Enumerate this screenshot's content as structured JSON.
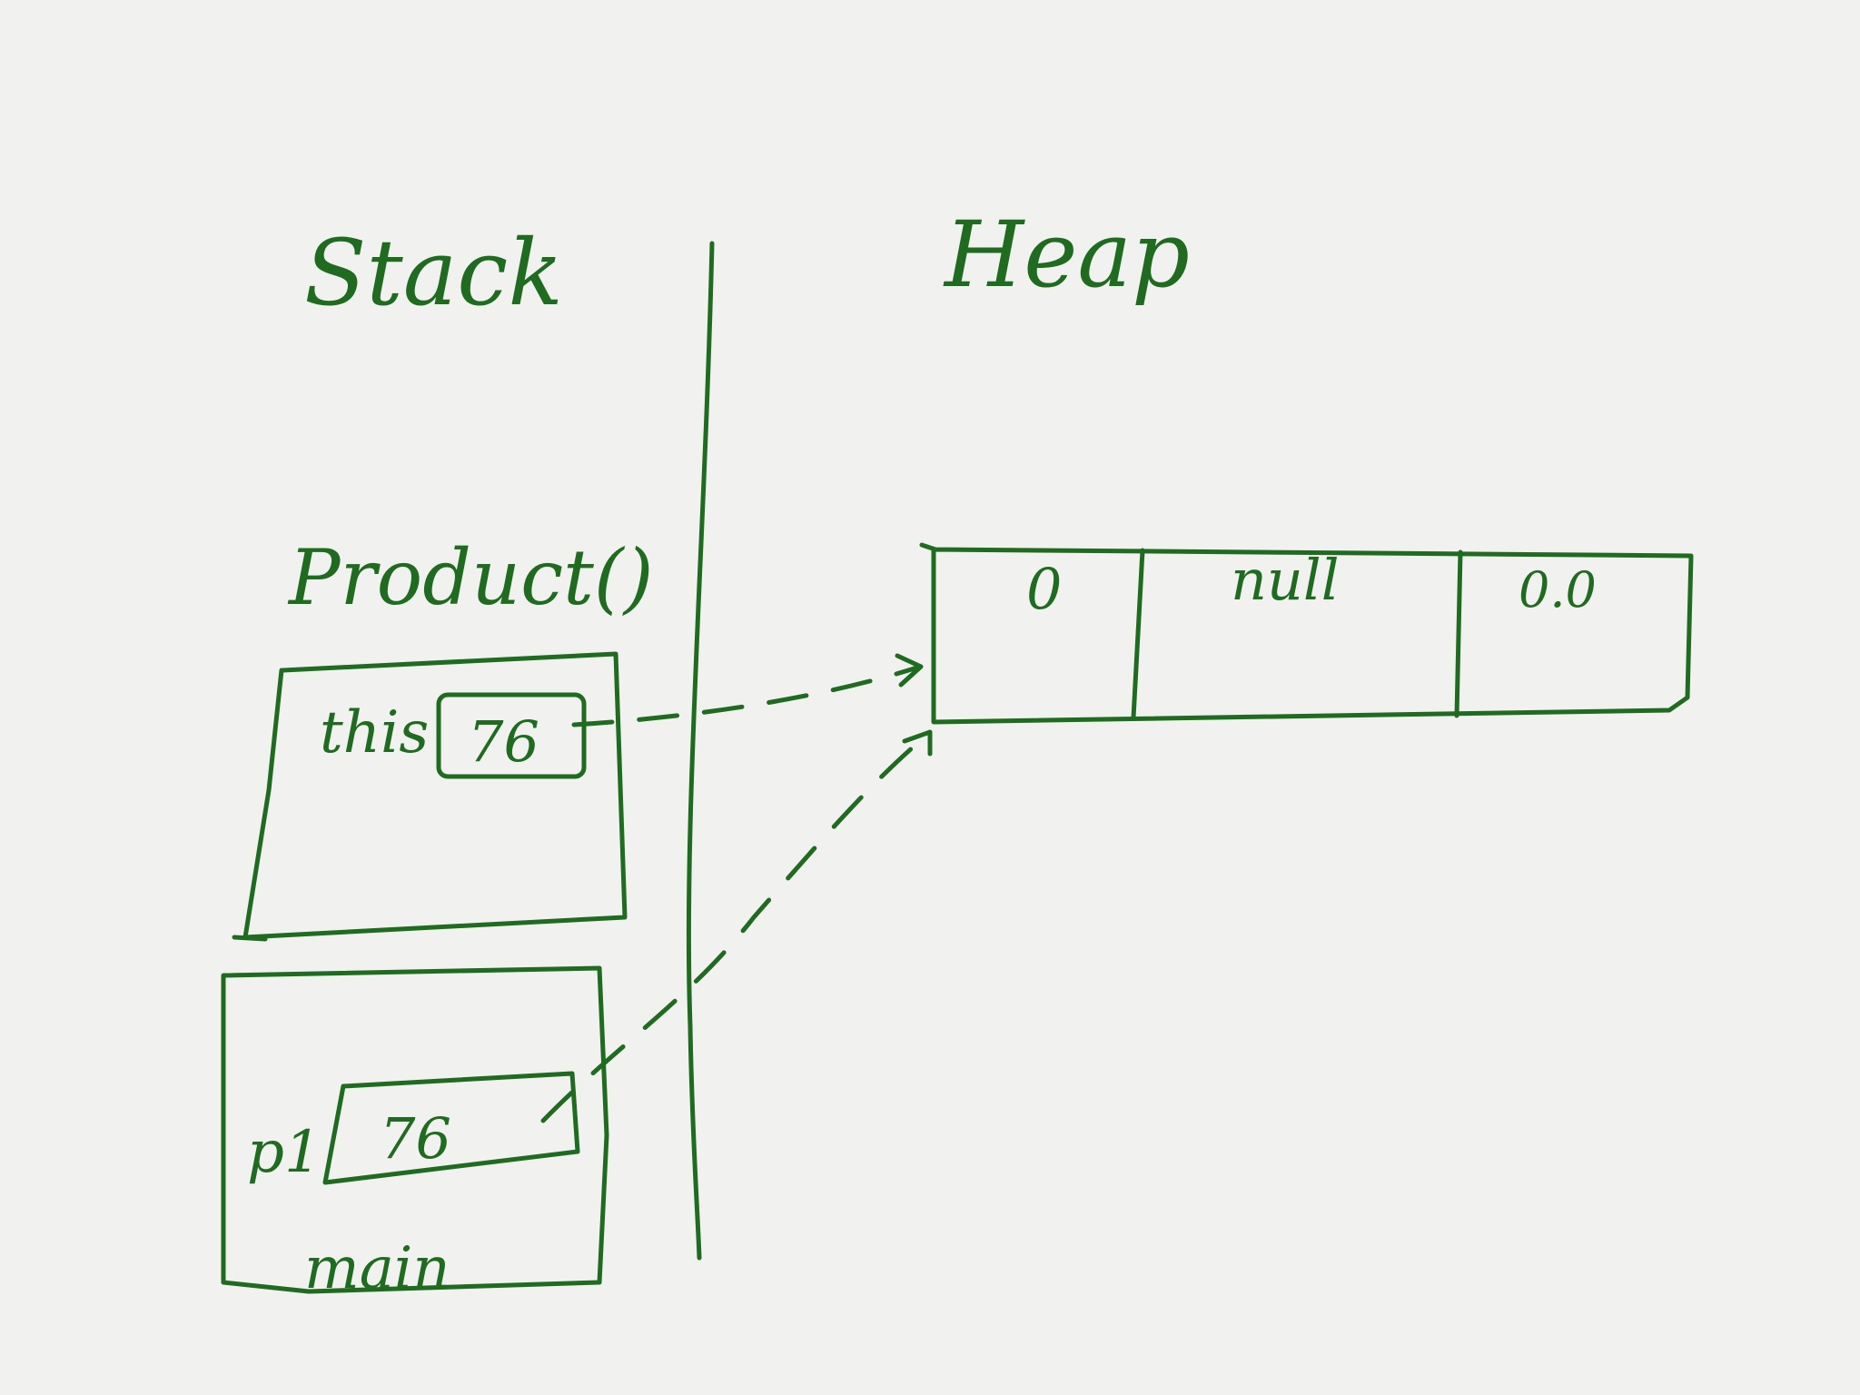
{
  "style": {
    "ink_color": "#1f6b1f",
    "background": "#f1f1ef"
  },
  "sections": {
    "stack_label": "Stack",
    "heap_label": "Heap"
  },
  "frames": {
    "product_frame": {
      "label": "Product()",
      "var_name": "this",
      "var_value": "76"
    },
    "main_frame": {
      "label": "main",
      "var_name": "p1",
      "var_value": "76"
    }
  },
  "heap_object": {
    "fields": [
      "0",
      "null",
      "0.0"
    ]
  }
}
